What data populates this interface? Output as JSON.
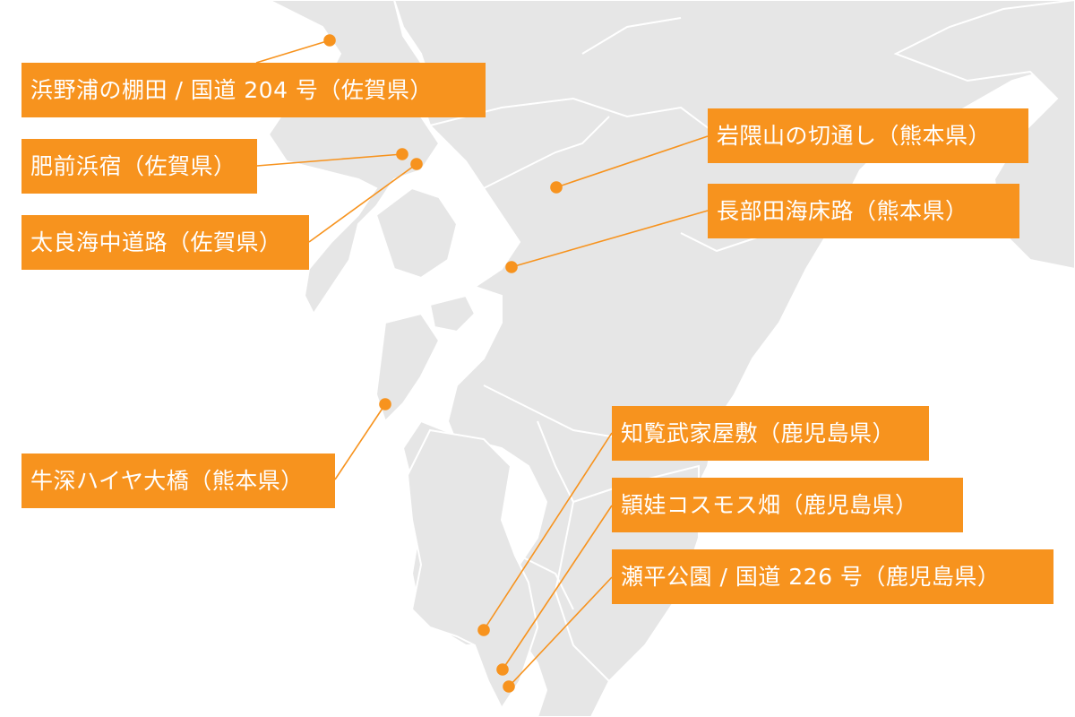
{
  "colors": {
    "land": "#e6e6e6",
    "border": "#ffffff",
    "accent": "#f7931e",
    "label_text": "#ffffff"
  },
  "spots": [
    {
      "id": "hamanoura",
      "label": "浜野浦の棚田 / 国道 204 号（佐賀県）"
    },
    {
      "id": "hizen-hamashuku",
      "label": "肥前浜宿（佐賀県）"
    },
    {
      "id": "tara",
      "label": "太良海中道路（佐賀県）"
    },
    {
      "id": "ushibuka",
      "label": "牛深ハイヤ大橋（熊本県）"
    },
    {
      "id": "iwakumayama",
      "label": "岩隈山の切通し（熊本県）"
    },
    {
      "id": "nagabeta",
      "label": "長部田海床路（熊本県）"
    },
    {
      "id": "chiran",
      "label": "知覧武家屋敷（鹿児島県）"
    },
    {
      "id": "ei",
      "label": "頴娃コスモス畑（鹿児島県）"
    },
    {
      "id": "sebira",
      "label": "瀬平公園 / 国道 226 号（鹿児島県）"
    }
  ]
}
